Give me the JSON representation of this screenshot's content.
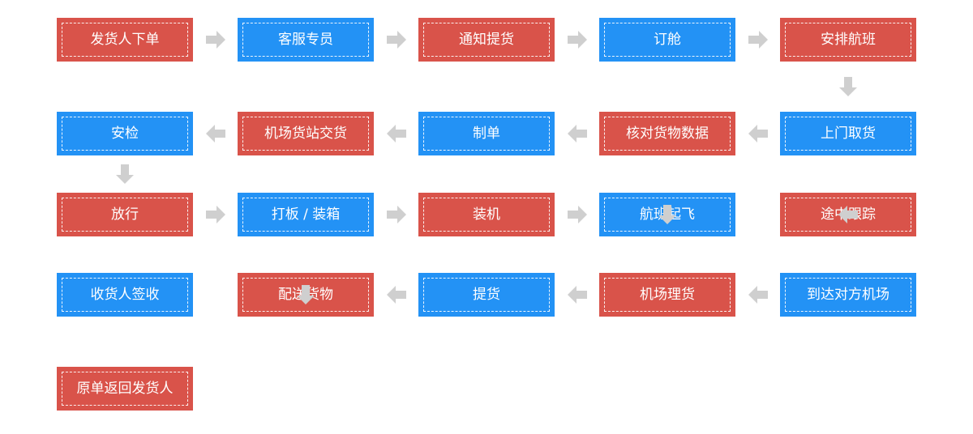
{
  "colors": {
    "red": "#d9534a",
    "blue": "#2392f5",
    "arrow": "#cfcfcf"
  },
  "steps": [
    {
      "label": "发货人下单",
      "color": "red"
    },
    {
      "label": "客服专员",
      "color": "blue"
    },
    {
      "label": "通知提货",
      "color": "red"
    },
    {
      "label": "订舱",
      "color": "blue"
    },
    {
      "label": "安排航班",
      "color": "red"
    },
    {
      "label": "上门取货",
      "color": "blue"
    },
    {
      "label": "核对货物数据",
      "color": "red"
    },
    {
      "label": "制单",
      "color": "blue"
    },
    {
      "label": "机场货站交货",
      "color": "red"
    },
    {
      "label": "安检",
      "color": "blue"
    },
    {
      "label": "放行",
      "color": "red"
    },
    {
      "label": "打板 / 装箱",
      "color": "blue"
    },
    {
      "label": "装机",
      "color": "red"
    },
    {
      "label": "航班起飞",
      "color": "blue"
    },
    {
      "label": "途中跟踪",
      "color": "red"
    },
    {
      "label": "到达对方机场",
      "color": "blue"
    },
    {
      "label": "机场理货",
      "color": "red"
    },
    {
      "label": "提货",
      "color": "blue"
    },
    {
      "label": "配送货物",
      "color": "red"
    },
    {
      "label": "收货人签收",
      "color": "blue"
    },
    {
      "label": "原单返回发货人",
      "color": "red"
    }
  ],
  "arrows": [
    "right",
    "right",
    "right",
    "right",
    "down",
    "left",
    "left",
    "left",
    "left",
    "down",
    "right",
    "right",
    "right",
    "down",
    "left",
    "left",
    "left",
    "left",
    "down"
  ]
}
